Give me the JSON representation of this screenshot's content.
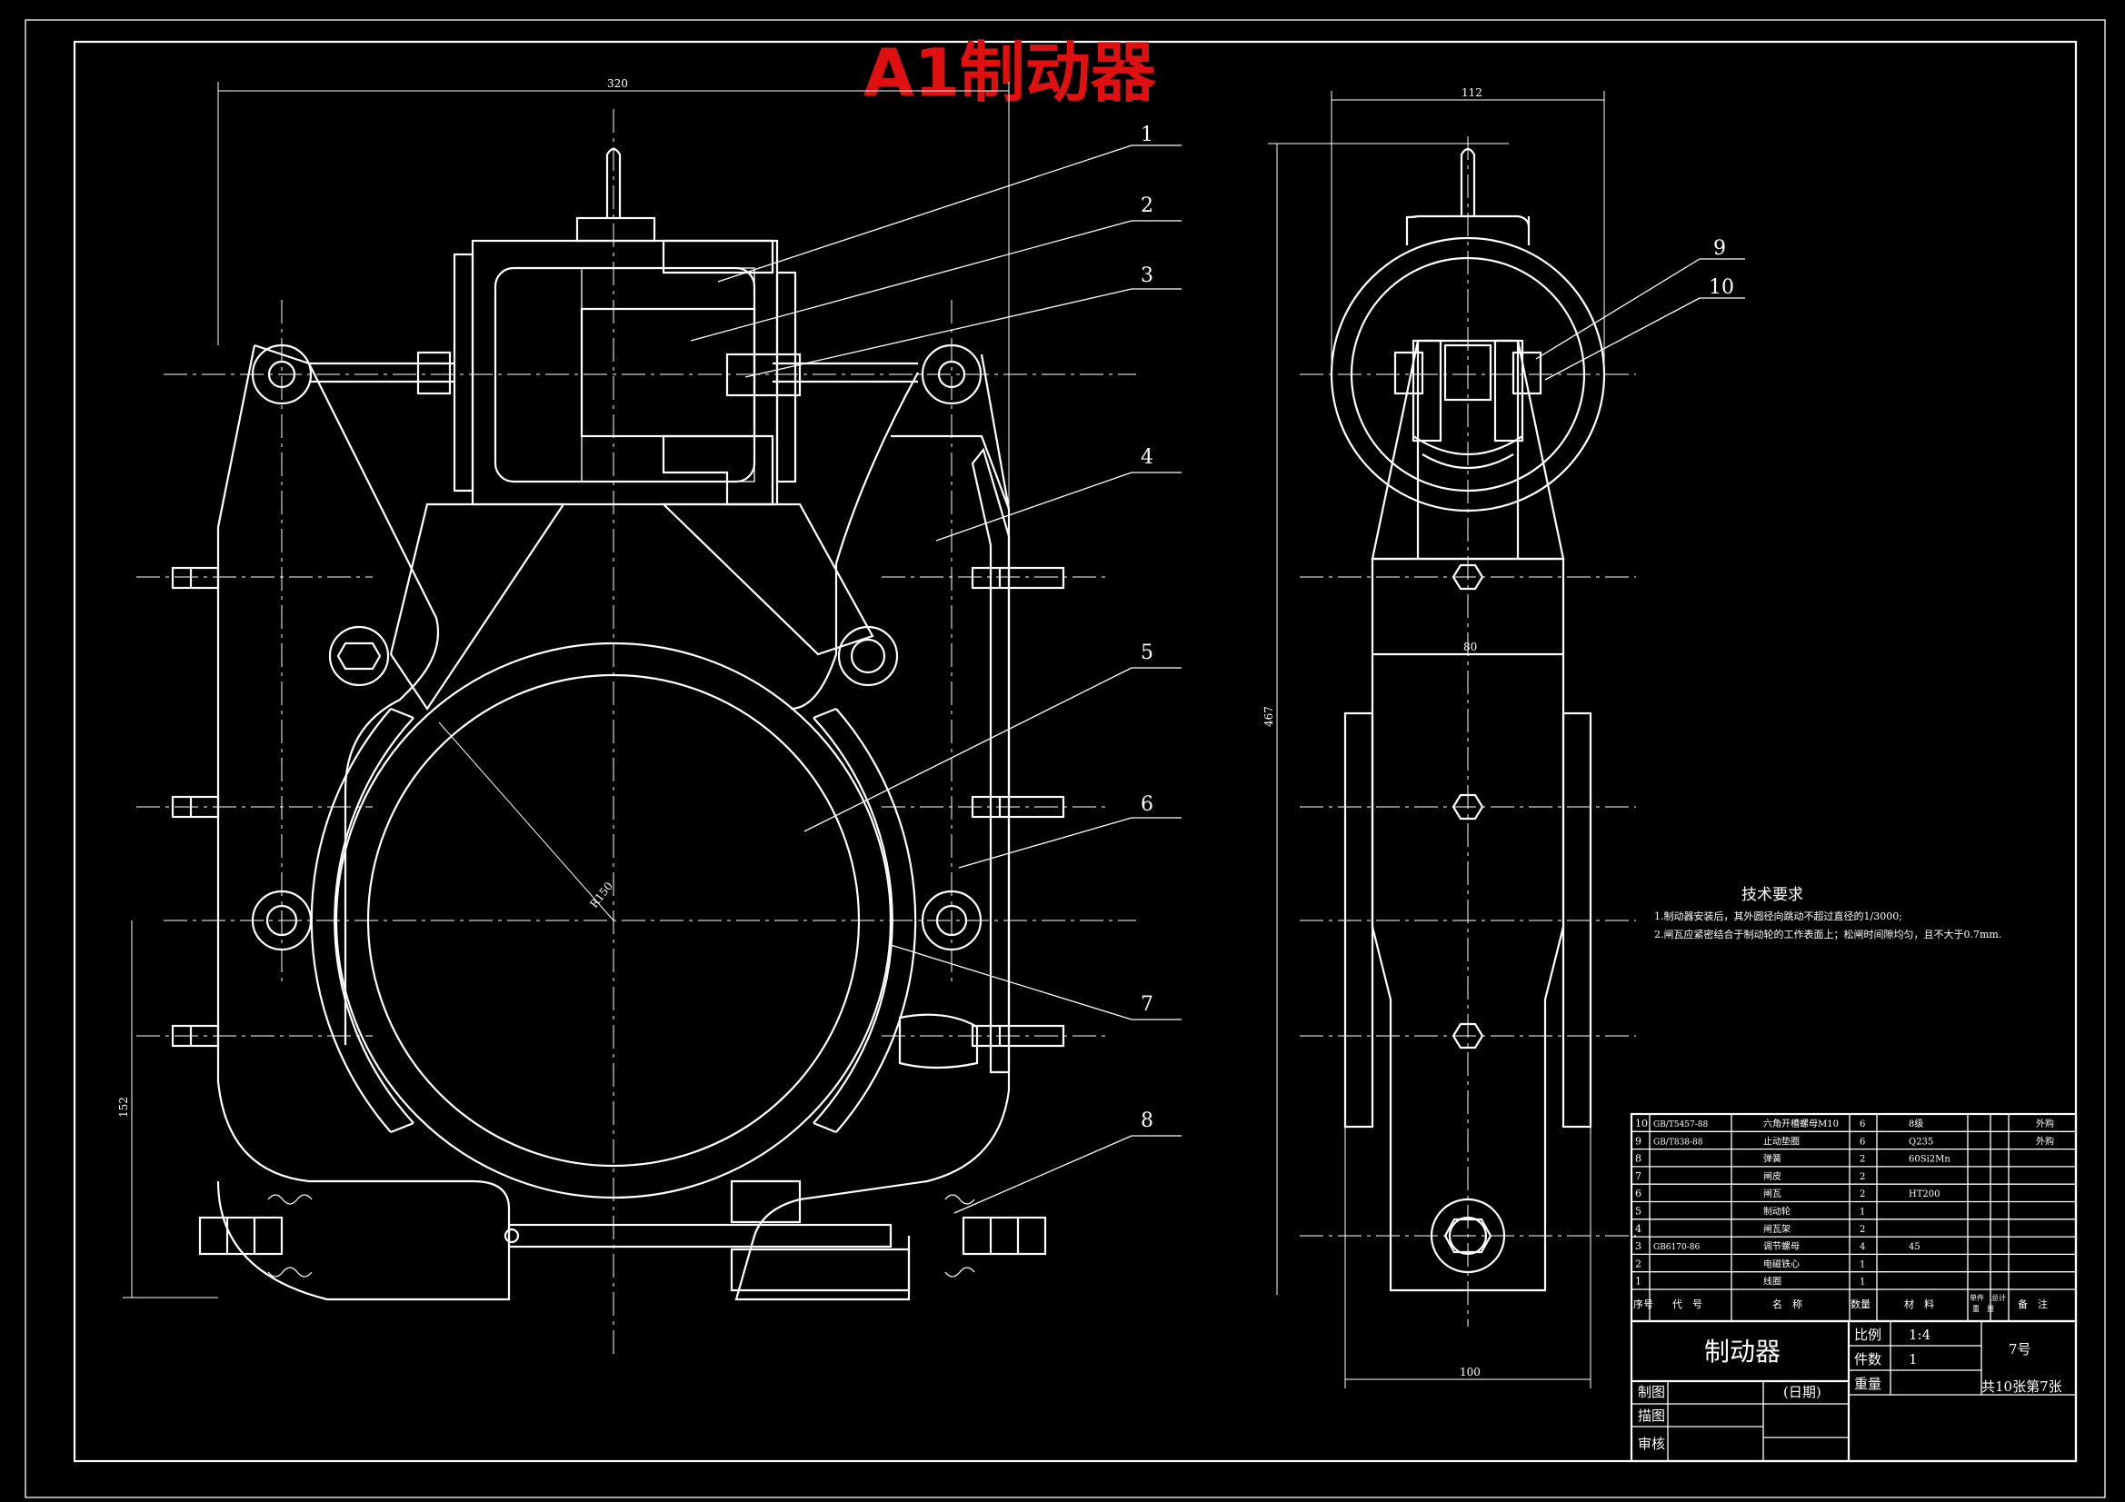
{
  "title": "A1制动器",
  "leaders": [
    "1",
    "2",
    "3",
    "4",
    "5",
    "6",
    "7",
    "8",
    "9",
    "10"
  ],
  "dims": {
    "front_width": "320",
    "front_radius": "R150",
    "front_height": "152",
    "side_width_top": "112",
    "side_height": "467",
    "side_mid": "80",
    "side_bottom": "100"
  },
  "tech": {
    "heading": "技术要求",
    "lines": [
      "1.制动器安装后，其外圆径向跳动不超过直径的1/3000;",
      "2.闸瓦应紧密结合于制动轮的工作表面上；松闸时间隙均匀，且不大于0.7mm."
    ]
  },
  "bom": {
    "rows": [
      {
        "no": "10",
        "code": "GB/T5457-88",
        "name": "六角开槽螺母M10",
        "qty": "6",
        "mat": "8级",
        "note": "外购"
      },
      {
        "no": "9",
        "code": "GB/T838-88",
        "name": "止动垫圈",
        "qty": "6",
        "mat": "Q235",
        "note": "外购"
      },
      {
        "no": "8",
        "code": "",
        "name": "弹簧",
        "qty": "2",
        "mat": "60Si2Mn",
        "note": ""
      },
      {
        "no": "7",
        "code": "",
        "name": "闸皮",
        "qty": "2",
        "mat": "",
        "note": ""
      },
      {
        "no": "6",
        "code": "",
        "name": "闸瓦",
        "qty": "2",
        "mat": "HT200",
        "note": ""
      },
      {
        "no": "5",
        "code": "",
        "name": "制动轮",
        "qty": "1",
        "mat": "",
        "note": ""
      },
      {
        "no": "4",
        "code": "",
        "name": "闸瓦架",
        "qty": "2",
        "mat": "",
        "note": ""
      },
      {
        "no": "3",
        "code": "GB6170-86",
        "name": "调节螺母",
        "qty": "4",
        "mat": "45",
        "note": ""
      },
      {
        "no": "2",
        "code": "",
        "name": "电磁铁心",
        "qty": "1",
        "mat": "",
        "note": ""
      },
      {
        "no": "1",
        "code": "",
        "name": "线圈",
        "qty": "1",
        "mat": "",
        "note": ""
      }
    ],
    "header": {
      "no": "序号",
      "code": "代　号",
      "name": "名　称",
      "qty": "数量",
      "mat": "材　料",
      "unit_weight": "单件",
      "total_weight": "总计",
      "weight_sub": "重　量",
      "note": "备　注"
    }
  },
  "titleblock": {
    "name": "制动器",
    "scale_label": "比例",
    "scale": "1:4",
    "count_label": "件数",
    "count": "1",
    "weight_label": "重量",
    "drawing_no": "7号",
    "drawn_label": "制图",
    "date_label": "(日期)",
    "traced_label": "描图",
    "checked_label": "审核",
    "sheet": "共10张第7张"
  }
}
